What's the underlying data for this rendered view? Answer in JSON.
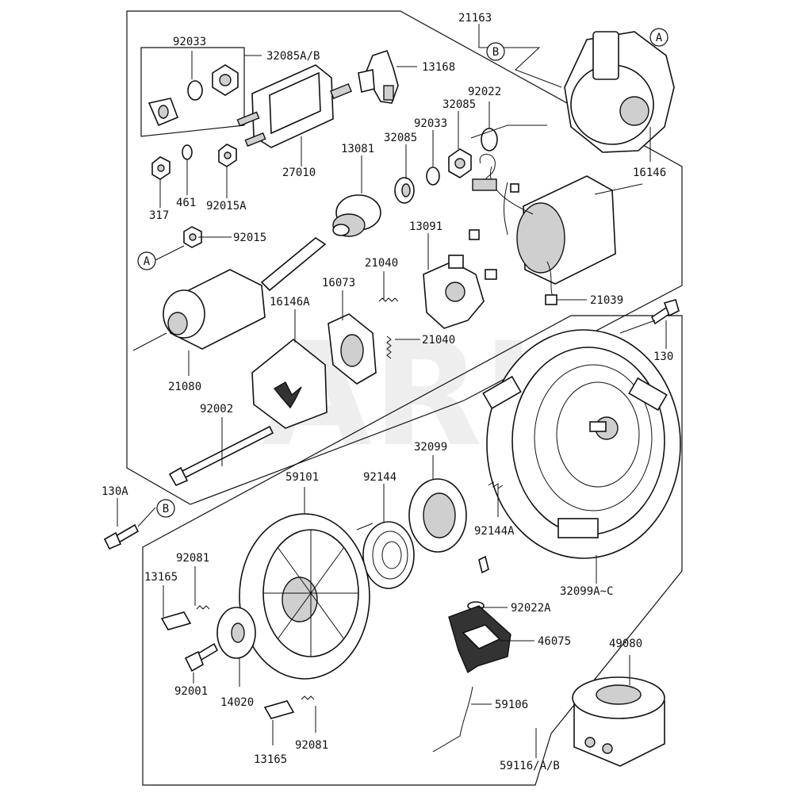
{
  "labels": {
    "p92033_a": "92033",
    "p32085AB": "32085A/B",
    "p13168": "13168",
    "p21163": "21163",
    "p92022": "92022",
    "p32085_a": "32085",
    "p92033_b": "92033",
    "p32085_b": "32085",
    "p16146": "16146",
    "p27010": "27010",
    "p13081": "13081",
    "p317": "317",
    "p461": "461",
    "p92015A": "92015A",
    "p92015": "92015",
    "p13091": "13091",
    "p21039": "21039",
    "p21040_a": "21040",
    "p16073": "16073",
    "p16146A": "16146A",
    "p21040_b": "21040",
    "p130": "130",
    "p21080": "21080",
    "p92002": "92002",
    "p32099": "32099",
    "p59101": "59101",
    "p92144": "92144",
    "p130A": "130A",
    "p92144A": "92144A",
    "p92081_a": "92081",
    "p13165_a": "13165",
    "p92022A": "92022A",
    "p32099AC": "32099A~C",
    "p46075": "46075",
    "p49080": "49080",
    "p92001": "92001",
    "p14020": "14020",
    "p59106": "59106",
    "p92081_b": "92081",
    "p13165_b": "13165",
    "p59116AB": "59116/A/B"
  },
  "callouts": {
    "A": "A",
    "B": "B"
  },
  "watermark": "ARI"
}
